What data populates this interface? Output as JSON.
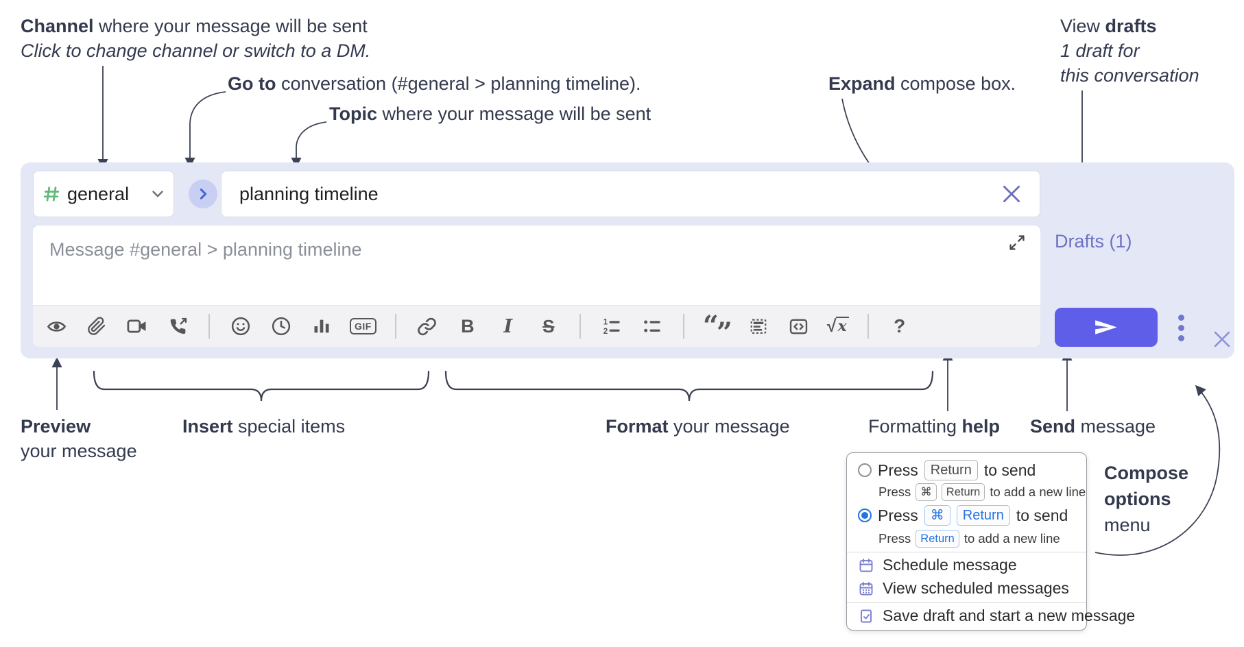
{
  "annotations": {
    "channel": {
      "bold": "Channel",
      "rest": " where your message will be sent",
      "sub": "Click to change channel or switch to a DM."
    },
    "goto": {
      "bold": "Go to",
      "rest": " conversation (#general > planning timeline)."
    },
    "topic": {
      "bold": "Topic",
      "rest": " where your message will be sent"
    },
    "expand": {
      "bold": "Expand",
      "rest": " compose box."
    },
    "view_drafts": {
      "pre": "View ",
      "bold": "drafts",
      "line2": "1 draft for",
      "line3": "this conversation"
    },
    "preview": {
      "bold": "Preview",
      "line2": "your message"
    },
    "insert": {
      "bold": "Insert",
      "rest": " special items"
    },
    "format": {
      "bold": "Format",
      "rest": " your message"
    },
    "formatting_help": {
      "pre": "Formatting ",
      "bold": "help"
    },
    "send": {
      "bold": "Send",
      "rest": " message"
    },
    "compose_options": {
      "line1": "Compose",
      "line2": "options",
      "line3": "menu"
    }
  },
  "compose": {
    "channel": "general",
    "topic": "planning timeline",
    "message_placeholder": "Message #general > planning timeline",
    "drafts_link": "Drafts (1)",
    "toolbar": {
      "gif": "GIF",
      "bold": "B",
      "italic": "I",
      "strike": "S",
      "quote_open": "“",
      "quote_close": "”",
      "sqrt": "√",
      "sqrt_var": "x",
      "help": "?"
    },
    "icon_names": [
      "preview",
      "attach-file",
      "video-call",
      "voice-call",
      "emoji",
      "time",
      "poll",
      "gif",
      "link",
      "bold",
      "italic",
      "strikethrough",
      "numbered-list",
      "bulleted-list",
      "quote",
      "spoiler",
      "code",
      "math",
      "help",
      "send",
      "ellipsis",
      "expand",
      "close",
      "clear-topic",
      "go-to"
    ]
  },
  "popup": {
    "opt1": {
      "press": "Press",
      "key_return": "Return",
      "after": "to send"
    },
    "opt1_sub": {
      "press": "Press",
      "key_cmd": "⌘",
      "key_return": "Return",
      "after": "to add a new line"
    },
    "opt2": {
      "press": "Press",
      "key_cmd": "⌘",
      "key_return": "Return",
      "after": "to send"
    },
    "opt2_sub": {
      "press": "Press",
      "key_return": "Return",
      "after": "to add a new line"
    },
    "menu": [
      "Schedule message",
      "View scheduled messages",
      "Save draft and start a new message"
    ]
  },
  "colors": {
    "compose_bg": "#e4e7f5",
    "send_button": "#5e5ee8",
    "link_purple": "#6d72c6",
    "hash_green": "#5fb878",
    "go_chevron_blue": "#3b63d8",
    "radio_blue": "#2273e8",
    "annotation_text": "#333a4e",
    "toolbar_icon": "#565656"
  }
}
